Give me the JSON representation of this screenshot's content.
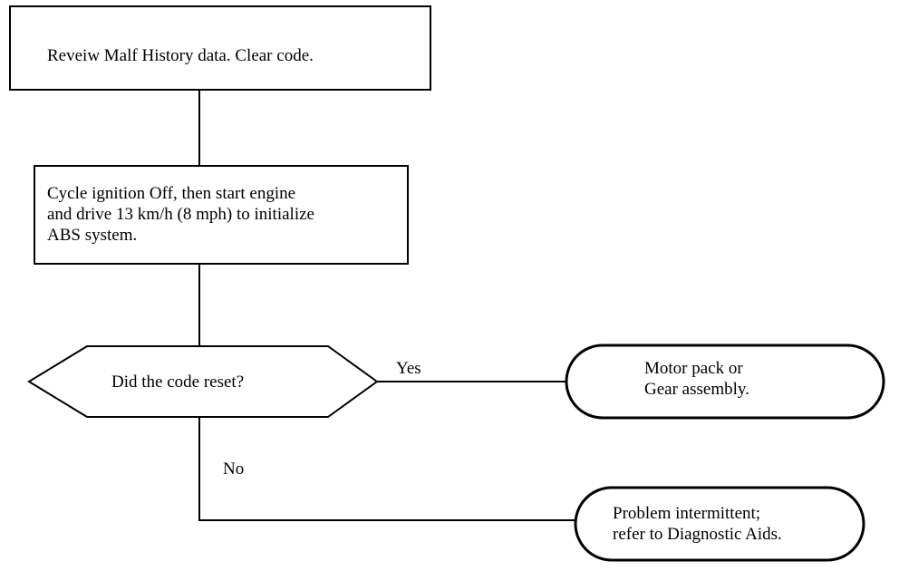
{
  "flowchart": {
    "step1": "Reveiw Malf History data.  Clear code.",
    "step2": "Cycle ignition Off, then start engine\nand drive 13 km/h (8 mph) to initialize\nABS system.",
    "decision": "Did the code reset?",
    "yes_label": "Yes",
    "no_label": "No",
    "yes_result": "Motor pack or\nGear assembly.",
    "no_result": "Problem intermittent;\nrefer to Diagnostic Aids."
  }
}
